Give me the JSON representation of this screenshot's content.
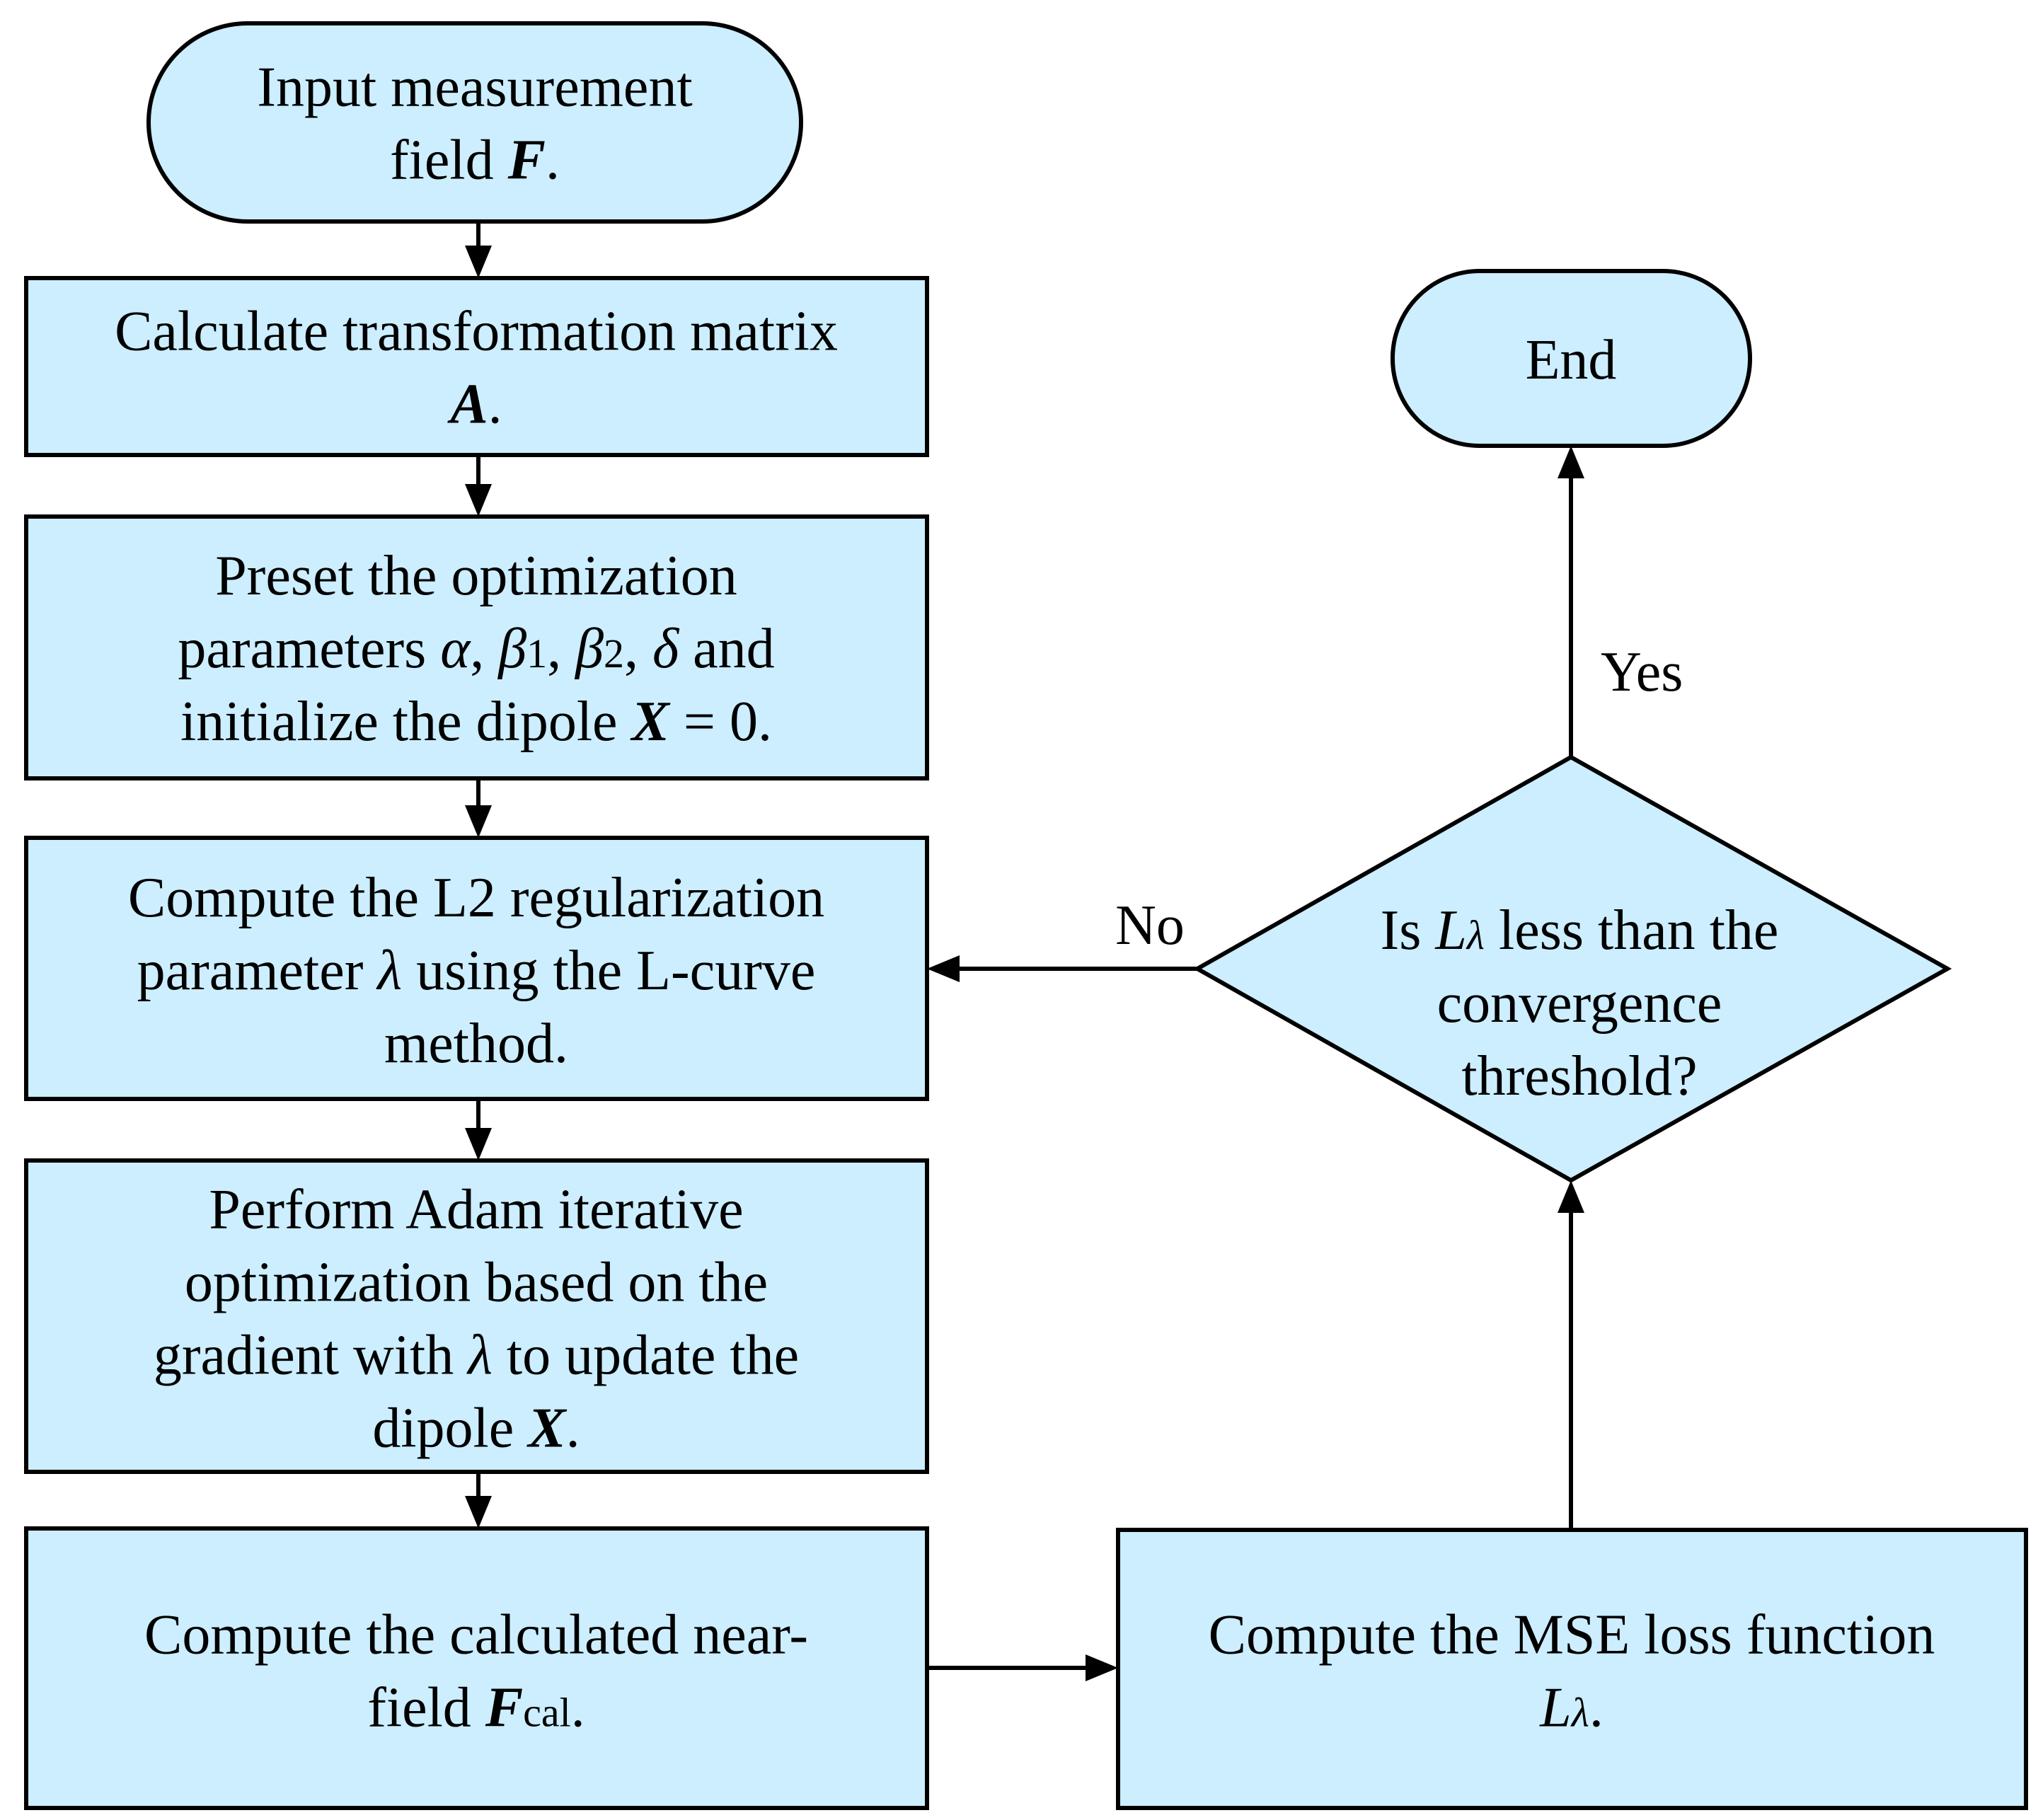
{
  "colors": {
    "node_fill": "#cceeff",
    "stroke": "#000000",
    "text": "#000000"
  },
  "nodes": {
    "start": {
      "shape": "terminal",
      "lines": [
        [
          {
            "t": "Input measurement"
          }
        ],
        [
          {
            "t": "field "
          },
          {
            "t": "F",
            "style": "bi"
          },
          {
            "t": "."
          }
        ]
      ]
    },
    "calc_matrix": {
      "shape": "process",
      "lines": [
        [
          {
            "t": "Calculate transformation matrix"
          }
        ],
        [
          {
            "t": "A",
            "style": "bi"
          },
          {
            "t": "."
          }
        ]
      ]
    },
    "preset": {
      "shape": "process",
      "lines": [
        [
          {
            "t": "Preset the optimization"
          }
        ],
        [
          {
            "t": "parameters "
          },
          {
            "t": "α",
            "style": "i"
          },
          {
            "t": ", "
          },
          {
            "t": "β",
            "style": "i"
          },
          {
            "t": "1",
            "style": "sub"
          },
          {
            "t": ", "
          },
          {
            "t": "β",
            "style": "i"
          },
          {
            "t": "2",
            "style": "sub"
          },
          {
            "t": ", "
          },
          {
            "t": "δ",
            "style": "i"
          },
          {
            "t": " and"
          }
        ],
        [
          {
            "t": "initialize the dipole "
          },
          {
            "t": "X",
            "style": "bi"
          },
          {
            "t": " = 0."
          }
        ]
      ]
    },
    "l2": {
      "shape": "process",
      "lines": [
        [
          {
            "t": "Compute the L2 regularization"
          }
        ],
        [
          {
            "t": "parameter "
          },
          {
            "t": "λ",
            "style": "i"
          },
          {
            "t": " using the L-curve"
          }
        ],
        [
          {
            "t": "method."
          }
        ]
      ]
    },
    "adam": {
      "shape": "process",
      "lines": [
        [
          {
            "t": "Perform Adam iterative"
          }
        ],
        [
          {
            "t": "optimization based on the"
          }
        ],
        [
          {
            "t": "gradient with "
          },
          {
            "t": "λ",
            "style": "i"
          },
          {
            "t": " to update the"
          }
        ],
        [
          {
            "t": "dipole  "
          },
          {
            "t": "X",
            "style": "bi"
          },
          {
            "t": "."
          }
        ]
      ]
    },
    "near_field": {
      "shape": "process",
      "lines": [
        [
          {
            "t": "Compute the calculated near-"
          }
        ],
        [
          {
            "t": "field "
          },
          {
            "t": "F",
            "style": "bi"
          },
          {
            "t": "cal",
            "style": "sub"
          },
          {
            "t": "."
          }
        ]
      ]
    },
    "mse": {
      "shape": "process",
      "lines": [
        [
          {
            "t": "Compute the MSE loss function"
          }
        ],
        [
          {
            "t": "L",
            "style": "i"
          },
          {
            "t": "λ",
            "style": "isub"
          },
          {
            "t": "."
          }
        ]
      ]
    },
    "decision": {
      "shape": "decision",
      "lines": [
        [
          {
            "t": "Is "
          },
          {
            "t": "L",
            "style": "i"
          },
          {
            "t": "λ",
            "style": "isub"
          },
          {
            "t": " less than the"
          }
        ],
        [
          {
            "t": "convergence"
          }
        ],
        [
          {
            "t": "threshold?"
          }
        ]
      ]
    },
    "end": {
      "shape": "terminal",
      "lines": [
        [
          {
            "t": "End"
          }
        ]
      ]
    }
  },
  "edges": [
    {
      "from": "start",
      "to": "calc_matrix",
      "label": ""
    },
    {
      "from": "calc_matrix",
      "to": "preset",
      "label": ""
    },
    {
      "from": "preset",
      "to": "l2",
      "label": ""
    },
    {
      "from": "l2",
      "to": "adam",
      "label": ""
    },
    {
      "from": "adam",
      "to": "near_field",
      "label": ""
    },
    {
      "from": "near_field",
      "to": "mse",
      "label": ""
    },
    {
      "from": "mse",
      "to": "decision",
      "label": ""
    },
    {
      "from": "decision",
      "to": "end",
      "label": "Yes"
    },
    {
      "from": "decision",
      "to": "l2",
      "label": "No"
    }
  ]
}
